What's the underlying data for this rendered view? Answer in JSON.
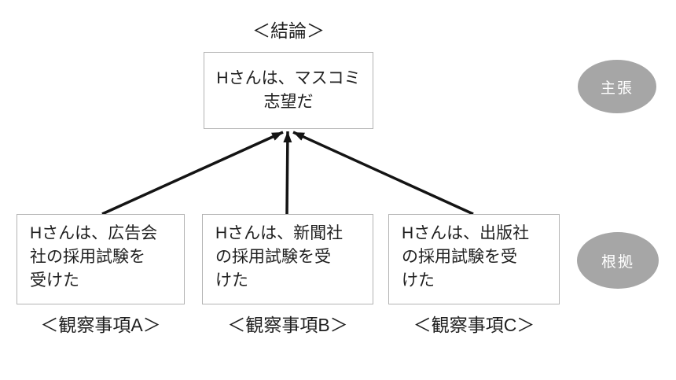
{
  "diagram": {
    "conclusion_label": "＜結論＞",
    "claim_box_text": "Hさんは、マスコミ\n志望だ",
    "claim_tag": "主張",
    "grounds_tag": "根拠",
    "observations": [
      {
        "label": "＜観察事項A＞",
        "text": "Hさんは、広告会\n社の採用試験を\n受けた"
      },
      {
        "label": "＜観察事項B＞",
        "text": "Hさんは、新聞社\nの採用試験を受\nけた"
      },
      {
        "label": "＜観察事項C＞",
        "text": "Hさんは、出版社\nの採用試験を受\nけた"
      }
    ],
    "colors": {
      "oval_fill": "#a6a6a6",
      "box_border": "#b3b3b3",
      "arrow": "#141414",
      "text": "#1f1f1f"
    }
  }
}
